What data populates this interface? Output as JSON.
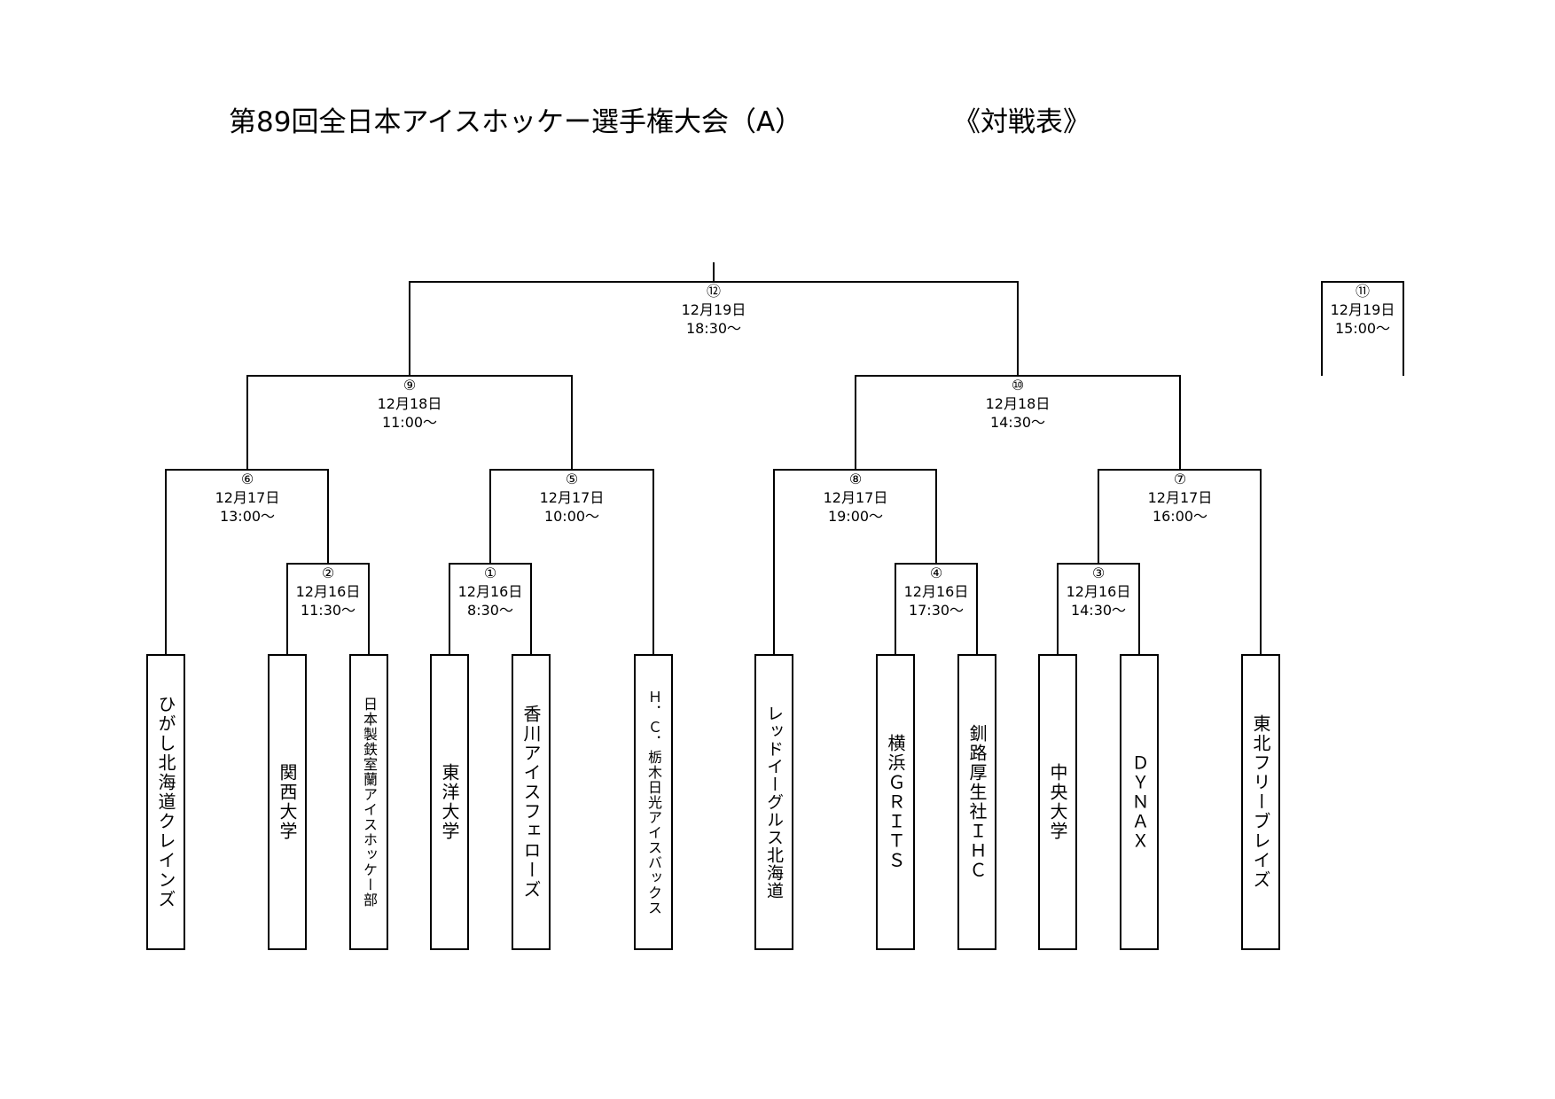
{
  "title": "第89回全日本アイスホッケー選手権大会（A）",
  "subtitle": "《対戦表》",
  "teams": [
    "ひがし北海道クレインズ",
    "関西大学",
    "日本製鉄室蘭アイスホッケー部",
    "東洋大学",
    "香川アイスフェローズ",
    "Ｈ．Ｃ．栃木日光アイスバックス",
    "レッドイーグルス北海道",
    "横浜ＧＲＩＴＳ",
    "釧路厚生社ＩＨＣ",
    "中央大学",
    "ＤＹＮＡＸ",
    "東北フリーブレイズ"
  ],
  "matches": [
    {
      "no": "①",
      "date": "12月16日",
      "time": "8:30～"
    },
    {
      "no": "②",
      "date": "12月16日",
      "time": "11:30～"
    },
    {
      "no": "③",
      "date": "12月16日",
      "time": "14:30～"
    },
    {
      "no": "④",
      "date": "12月16日",
      "time": "17:30～"
    },
    {
      "no": "⑤",
      "date": "12月17日",
      "time": "10:00～"
    },
    {
      "no": "⑥",
      "date": "12月17日",
      "time": "13:00～"
    },
    {
      "no": "⑦",
      "date": "12月17日",
      "time": "16:00～"
    },
    {
      "no": "⑧",
      "date": "12月17日",
      "time": "19:00～"
    },
    {
      "no": "⑨",
      "date": "12月18日",
      "time": "11:00～"
    },
    {
      "no": "⑩",
      "date": "12月18日",
      "time": "14:30～"
    },
    {
      "no": "⑪",
      "date": "12月19日",
      "time": "15:00～"
    },
    {
      "no": "⑫",
      "date": "12月19日",
      "time": "18:30～"
    }
  ]
}
